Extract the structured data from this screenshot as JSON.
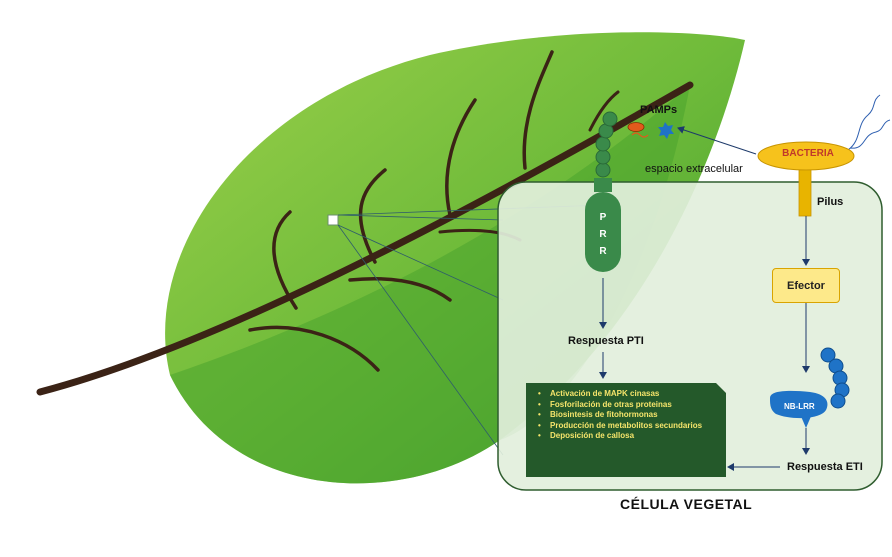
{
  "labels": {
    "pamps": "PAMPs",
    "bacteria": "BACTERIA",
    "extracellular_space": "espacio extracelular",
    "pilus": "Pilus",
    "effector": "Efector",
    "prr_letters": [
      "P",
      "R",
      "R"
    ],
    "pti_response": "Respuesta PTI",
    "eti_response": "Respuesta ETI",
    "nb_lrr": "NB-LRR",
    "cell_title": "CÉLULA VEGETAL"
  },
  "pti_outputs": [
    "Activación de MAPK cinasas",
    "Fosforilación de otras proteinas",
    "Biosintesis de fitohormonas",
    "Producción de metabolitos secundarios",
    "Deposición de callosa"
  ],
  "colors": {
    "leaf_light": "#8cc63f",
    "leaf_dark": "#4aa42e",
    "vein": "#3b2316",
    "cell_fill": "#e2efdc",
    "cell_border": "#2f5d2f",
    "receptor": "#3a8a4a",
    "nb_lrr": "#1f73c7",
    "bacteria_fill": "#f6c21c",
    "pilus": "#e8b400",
    "list_bg": "#24592a",
    "list_text": "#f6e56b",
    "arrow": "#1e3a6b"
  },
  "icons": [
    "leaf-icon",
    "bacteria-icon",
    "pamp-red-icon",
    "pamp-blue-icon"
  ]
}
